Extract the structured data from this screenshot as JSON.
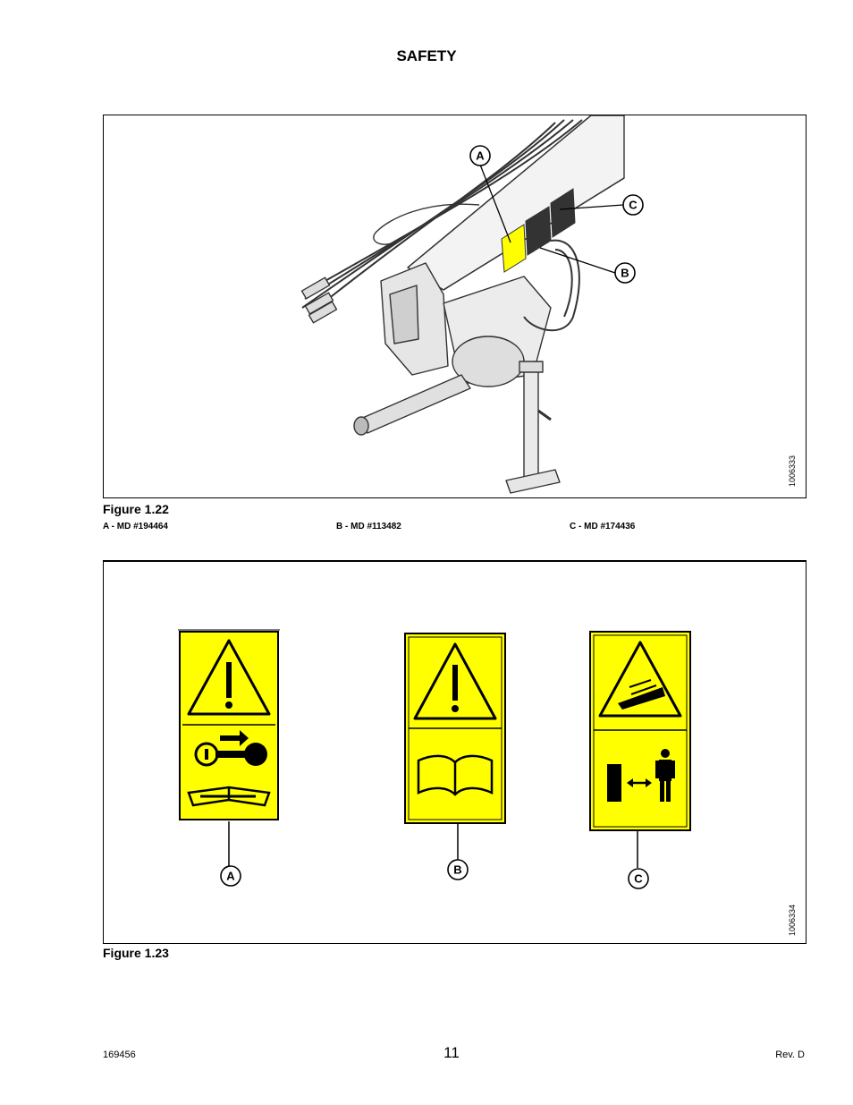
{
  "header": {
    "title": "SAFETY"
  },
  "figure1": {
    "caption": "Figure 1.22",
    "ref_number": "1006333",
    "callouts": {
      "a": "A",
      "b": "B",
      "c": "C"
    },
    "legend": [
      "A - MD #194464",
      "B - MD #113482",
      "C - MD #174436"
    ]
  },
  "figure2": {
    "caption": "Figure 1.23",
    "ref_number": "1006334",
    "callouts": {
      "a": "A",
      "b": "B",
      "c": "C"
    }
  },
  "footer": {
    "doc_number": "169456",
    "page_number": "11",
    "revision": "Rev. D"
  },
  "colors": {
    "decal_yellow": "#ffff00",
    "line": "#000000"
  }
}
